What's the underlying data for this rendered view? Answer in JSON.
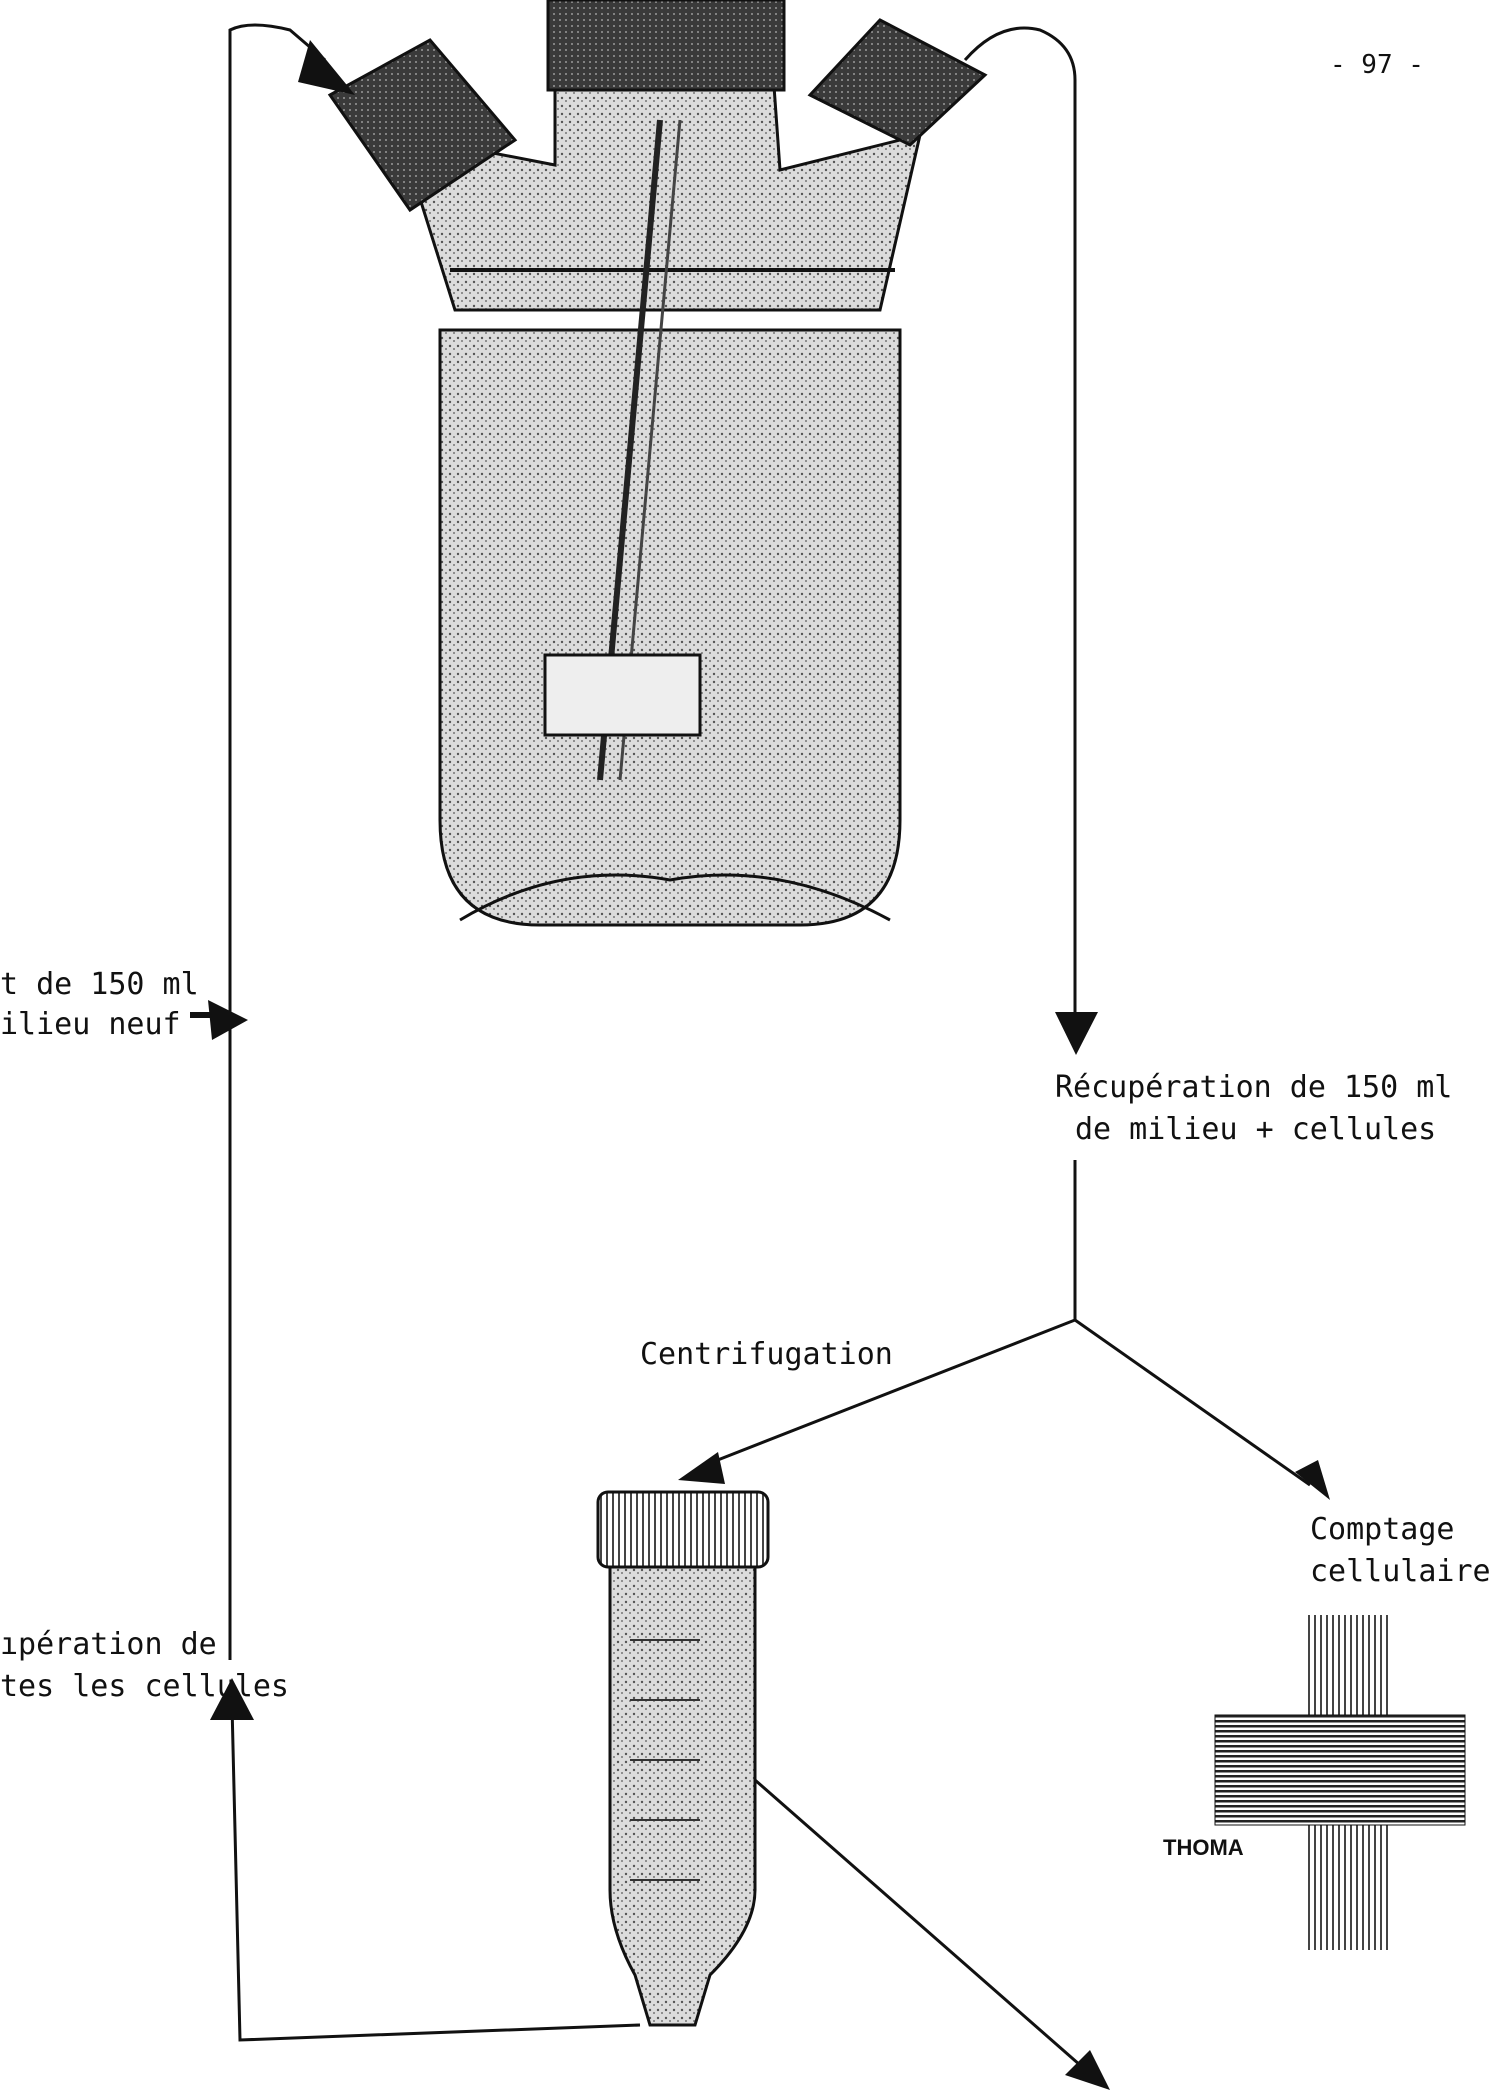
{
  "page_number": "- 97 -",
  "labels": {
    "ajout_line1": "t de 150 ml",
    "ajout_line2": "ilieu neuf",
    "recup_line1": "Récupération de 150 ml",
    "recup_line2": "de milieu + cellules",
    "centrifugation": "Centrifugation",
    "comptage_line1": "Comptage",
    "comptage_line2": "cellulaire",
    "cellules_line1": "ıpération de",
    "cellules_line2": "tes les cellules",
    "thoma": "THOMA"
  },
  "colors": {
    "ink": "#111111",
    "paper": "#ffffff",
    "glass_fill": "#d8d8d8",
    "cap_fill": "#4a4a4a"
  }
}
